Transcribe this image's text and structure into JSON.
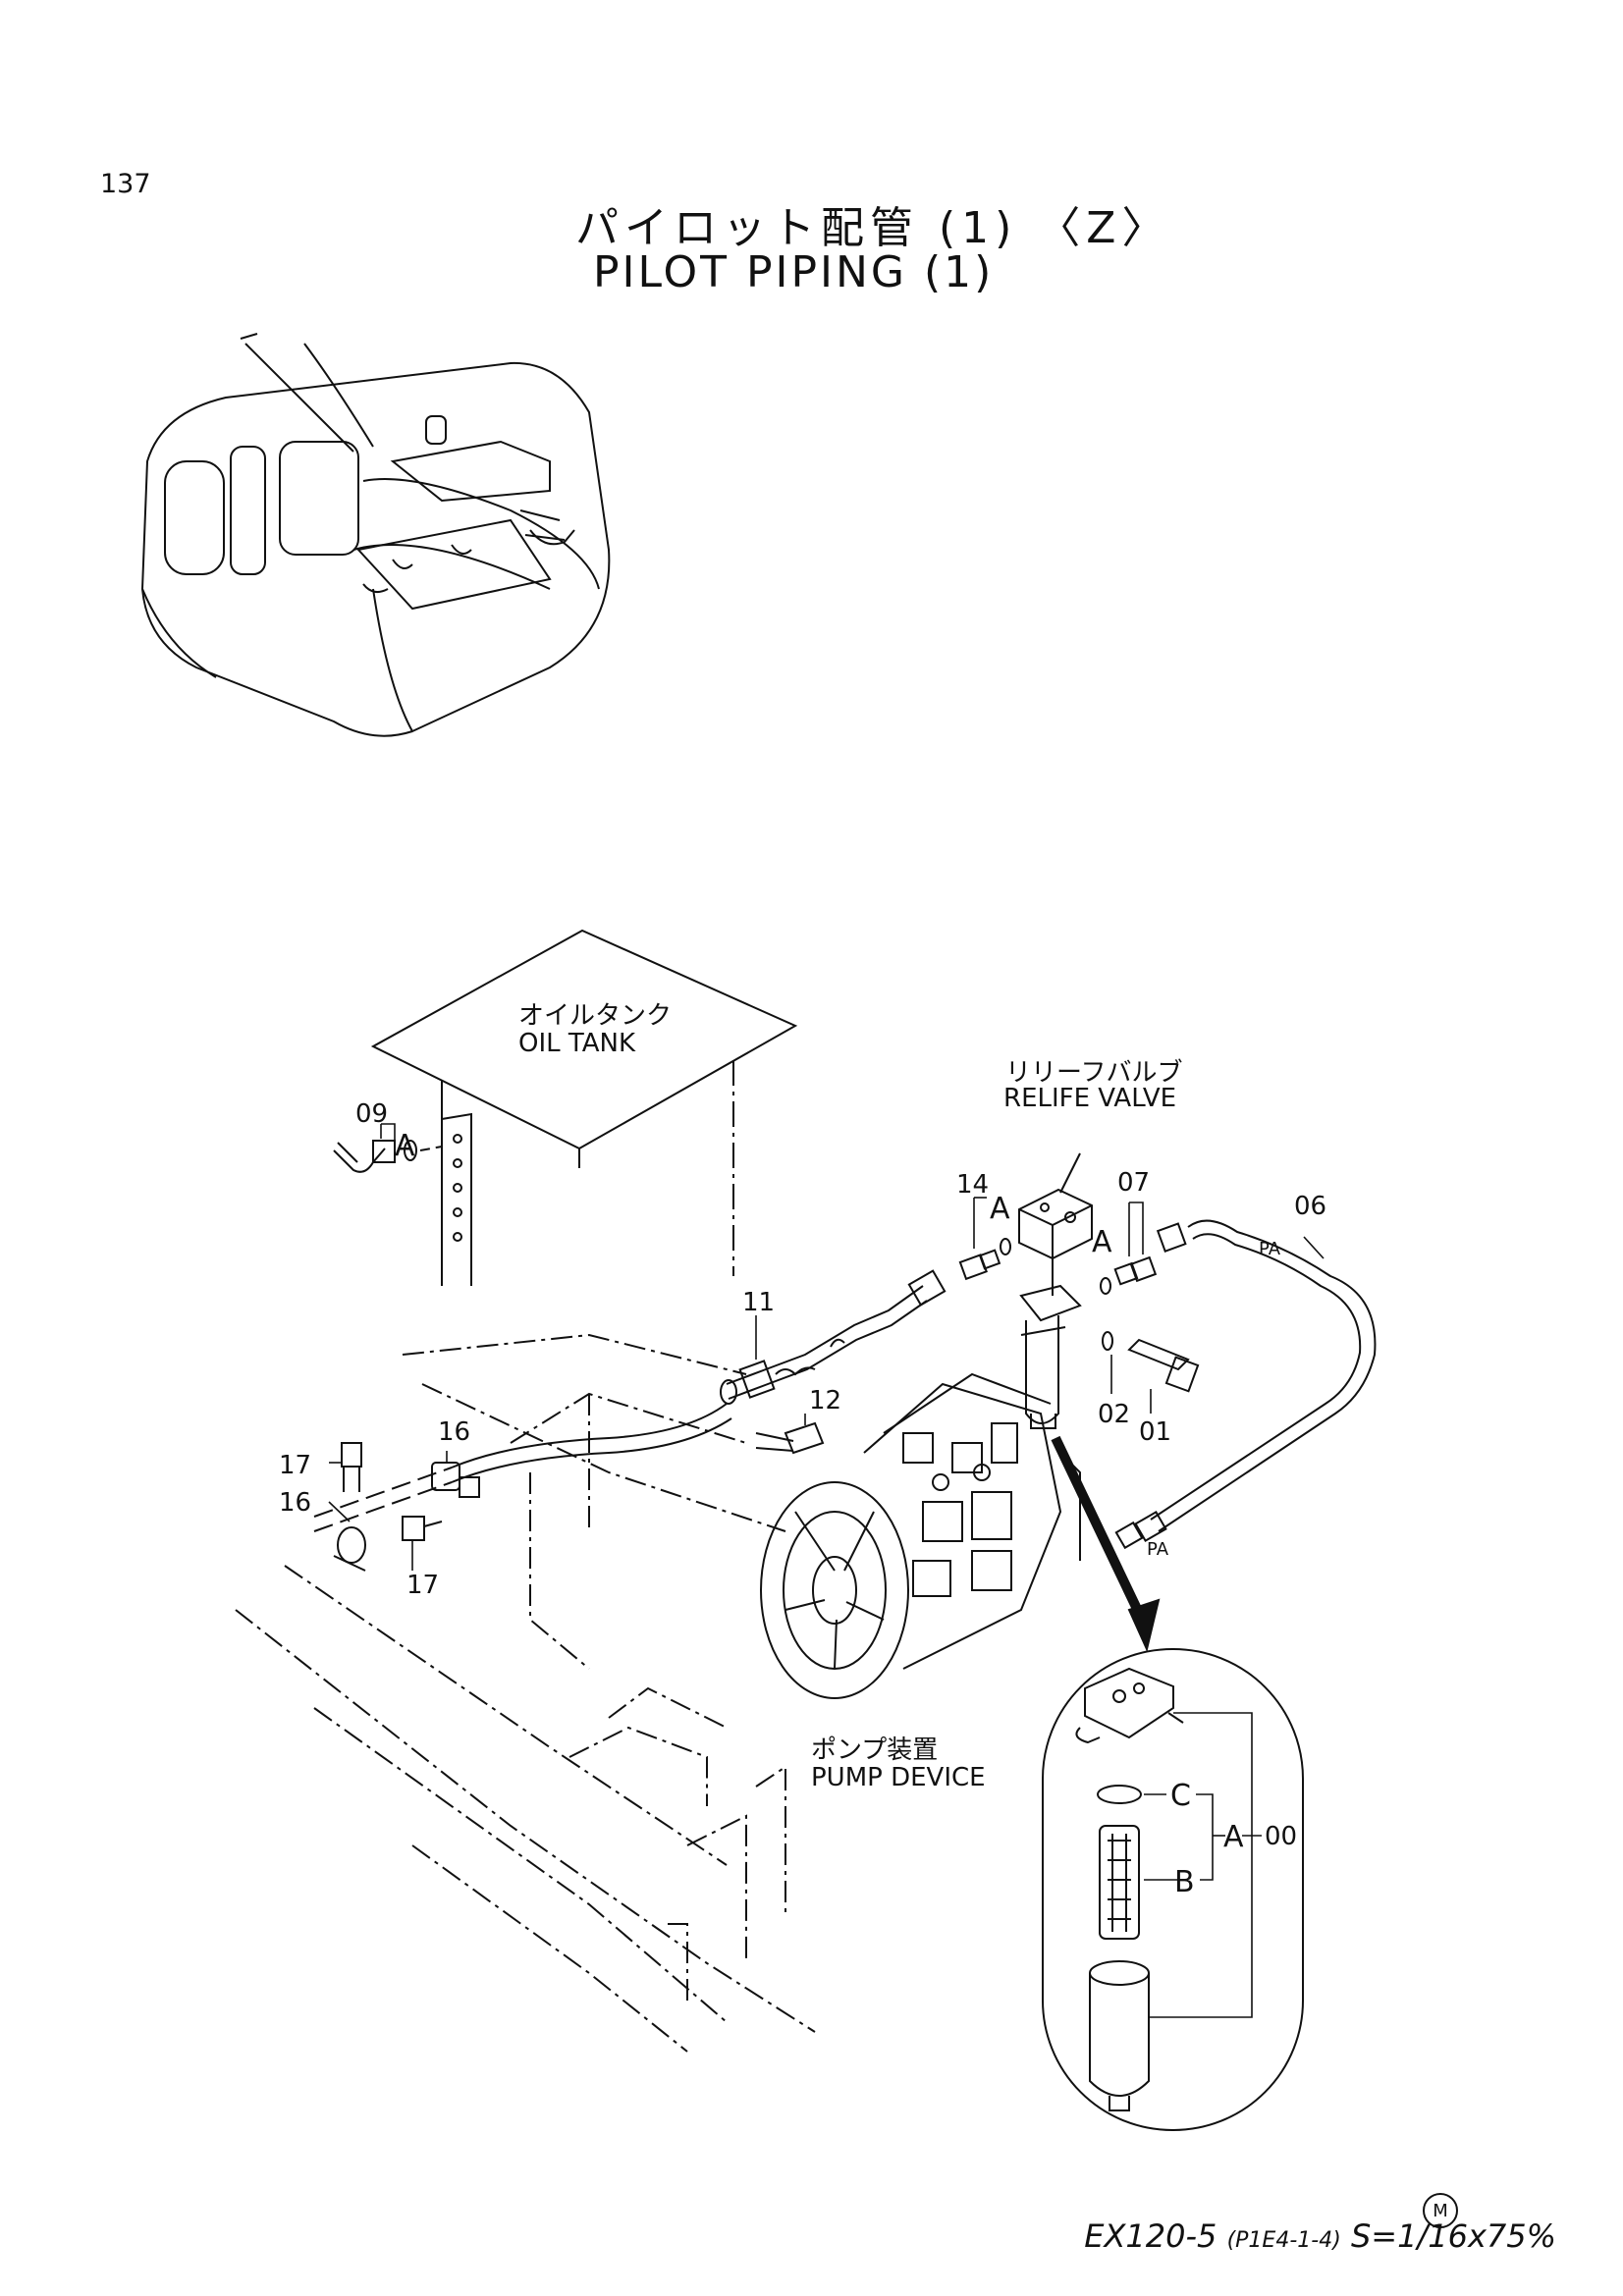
{
  "page_number": "137",
  "title_jp": "パイロット配管 (1) 〈Z〉",
  "title_en": "PILOT PIPING (1)",
  "labels": {
    "oil_tank_jp": "オイルタンク",
    "oil_tank_en": "OIL TANK",
    "relief_valve_jp": "リリーフバルブ",
    "relief_valve_en": "RELIFE VALVE",
    "pump_device_jp": "ポンプ装置",
    "pump_device_en": "PUMP DEVICE",
    "pa_upper": "PA",
    "pa_lower": "PA"
  },
  "part_callouts": [
    "09",
    "A",
    "14",
    "A",
    "07",
    "A",
    "06",
    "11",
    "12",
    "02",
    "01",
    "17",
    "16",
    "16",
    "17",
    "C",
    "B",
    "A",
    "00"
  ],
  "footer": {
    "mark": "M",
    "model": "EX120-5",
    "code": "(P1E4-1-4)",
    "scale": "S=1/16x75%"
  }
}
